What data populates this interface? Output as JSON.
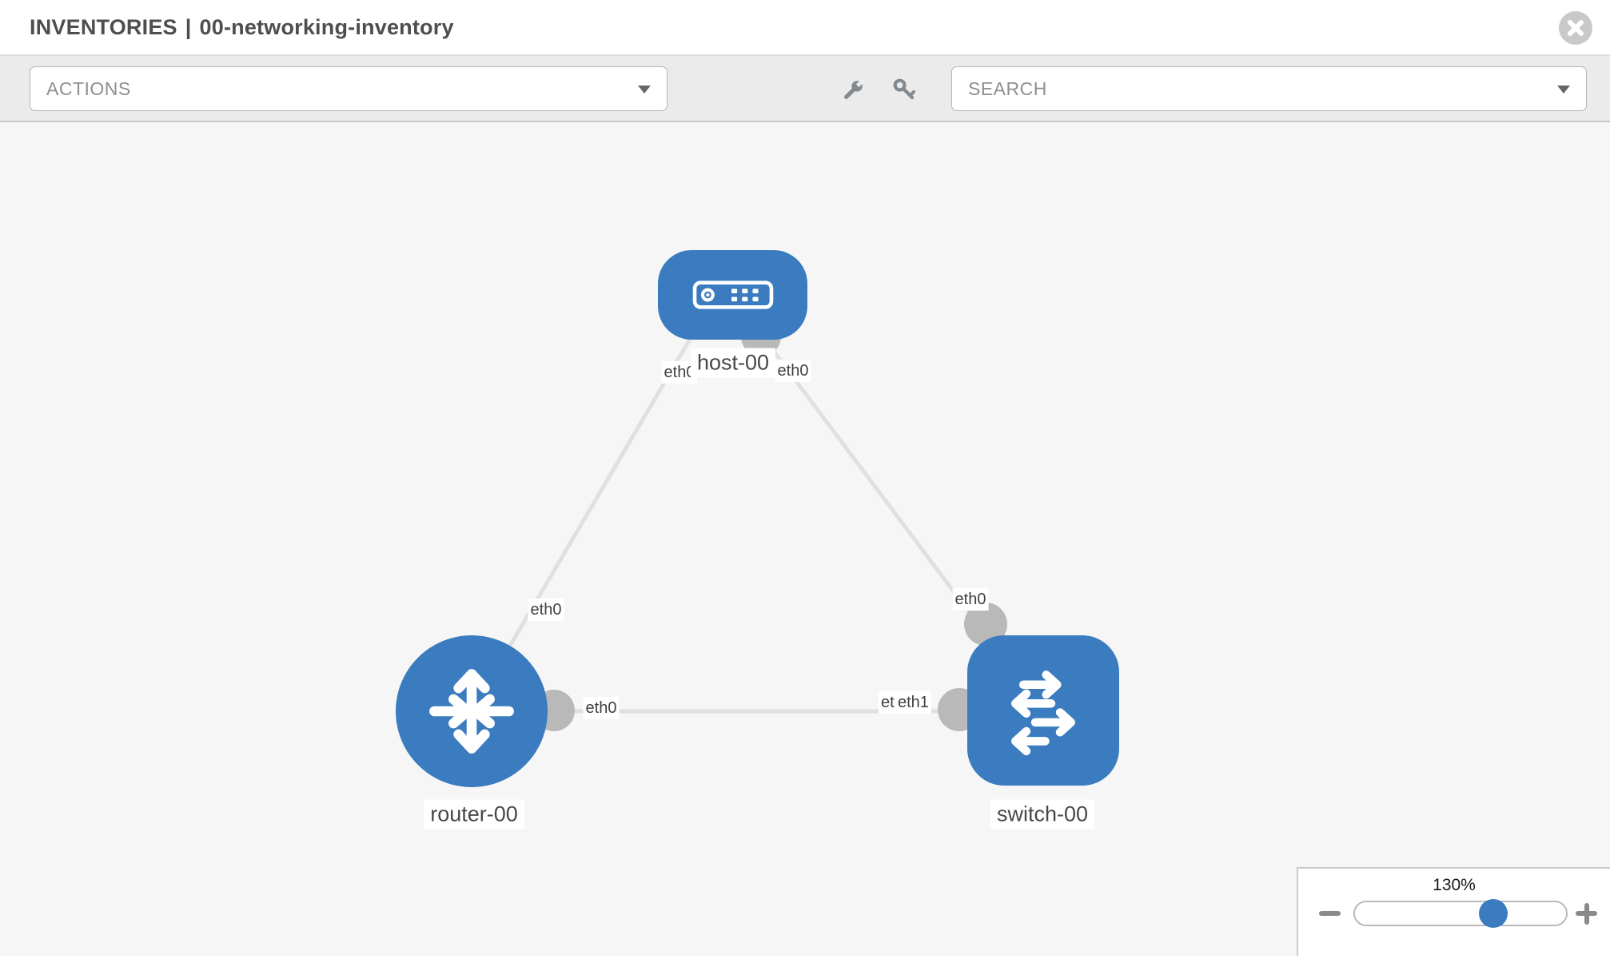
{
  "header": {
    "breadcrumb": "INVENTORIES",
    "separator": "|",
    "inventory_name": "00-networking-inventory",
    "close_icon": "circle-x"
  },
  "toolbar": {
    "actions_label": "ACTIONS",
    "search_placeholder": "SEARCH",
    "wrench_icon": "wrench",
    "key_icon": "key"
  },
  "topology": {
    "nodes": [
      {
        "id": "host-00",
        "type": "host",
        "label": "host-00",
        "icon": "server"
      },
      {
        "id": "router-00",
        "type": "router",
        "label": "router-00",
        "icon": "router-arrows"
      },
      {
        "id": "switch-00",
        "type": "switch",
        "label": "switch-00",
        "icon": "switch-arrows"
      }
    ],
    "links": [
      {
        "from": "host-00",
        "to": "router-00",
        "from_interface": "eth0",
        "to_interface": "eth0"
      },
      {
        "from": "host-00",
        "to": "switch-00",
        "from_interface": "eth0",
        "to_interface": "eth0"
      },
      {
        "from": "router-00",
        "to": "switch-00",
        "from_interface": "eth0",
        "to_interface": "eth1",
        "to_interface_overlapped": "eth0"
      }
    ],
    "colors": {
      "node_fill": "#3a7cbf",
      "link_stroke": "#e0e0e0",
      "interface_circle": "#b9b9b9"
    }
  },
  "zoom_panel": {
    "level": "130%",
    "zoom_out_icon": "minus",
    "zoom_in_icon": "plus",
    "slider_percent": 66
  }
}
